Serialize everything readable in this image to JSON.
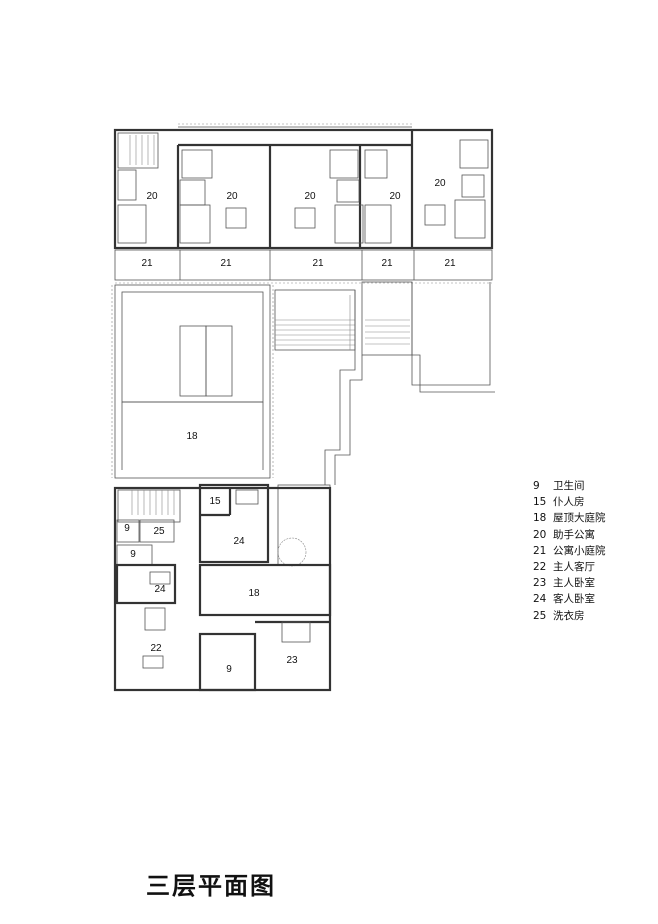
{
  "title": "三层平面图",
  "legend": [
    {
      "num": "9",
      "name": "卫生间"
    },
    {
      "num": "15",
      "name": "仆人房"
    },
    {
      "num": "18",
      "name": "屋顶大庭院"
    },
    {
      "num": "20",
      "name": "助手公寓"
    },
    {
      "num": "21",
      "name": "公寓小庭院"
    },
    {
      "num": "22",
      "name": "主人客厅"
    },
    {
      "num": "23",
      "name": "主人卧室"
    },
    {
      "num": "24",
      "name": "客人卧室"
    },
    {
      "num": "25",
      "name": "洗衣房"
    }
  ],
  "rooms": {
    "apt1": "20",
    "apt2": "20",
    "apt3": "20",
    "apt4": "20",
    "apt5": "20",
    "yard1": "21",
    "yard2": "21",
    "yard3": "21",
    "yard4": "21",
    "yard5": "21",
    "court_big": "18",
    "servant": "15",
    "guest_a": "24",
    "wc_a": "9",
    "laundry": "25",
    "wc_b": "9",
    "guest_b": "24",
    "court_small": "18",
    "living": "22",
    "master": "23",
    "wc_c": "9"
  }
}
